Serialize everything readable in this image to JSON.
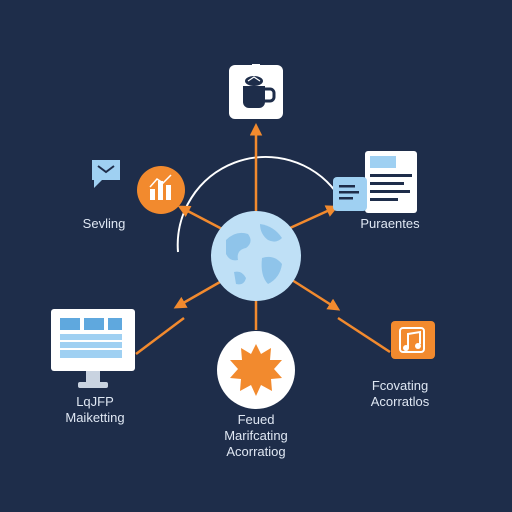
{
  "colors": {
    "background": "#1e2d4a",
    "accent_orange": "#f28a2e",
    "light_blue": "#9fd0f2",
    "text": "#dfe7f3"
  },
  "nodes": {
    "top": {
      "icon": "coffee-cup-icon"
    },
    "left": {
      "label": "Sevling",
      "icons": [
        "chat-bubble-icon",
        "bar-chart-icon"
      ]
    },
    "right": {
      "label": "Puraentes",
      "icons": [
        "document-icon",
        "report-card-icon"
      ]
    },
    "bottom_left": {
      "label_line1": "LqJFP",
      "label_line2": "Maiketting",
      "icon": "monitor-icon"
    },
    "bottom_center": {
      "label_line1": "Feued",
      "label_line2": "Marifcating",
      "label_line3": "Acorratiog",
      "icon": "sun-burst-icon"
    },
    "bottom_right": {
      "label_line1": "Fcovating",
      "label_line2": "Acorratlos",
      "icon": "music-note-icon"
    },
    "center": {
      "icon": "globe-icon"
    }
  }
}
